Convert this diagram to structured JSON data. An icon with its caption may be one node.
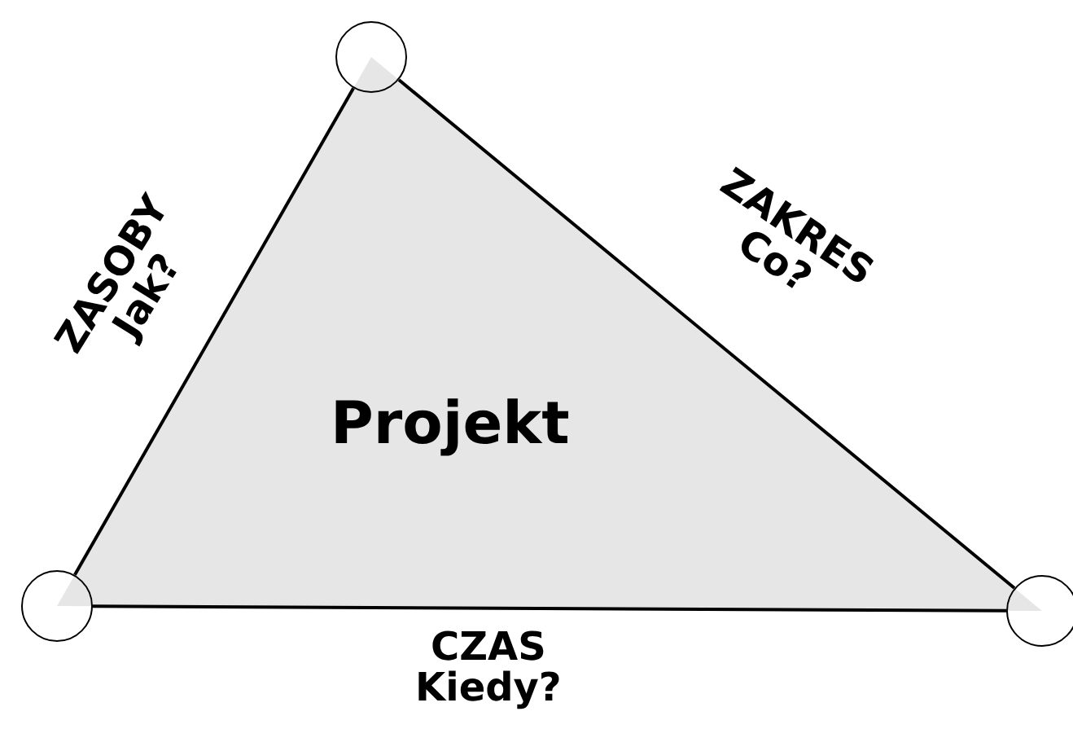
{
  "diagram": {
    "nodes": [
      {
        "text": [
          "Projekt"
        ]
      },
      {
        "text": [],
        "shape": "circle"
      },
      {
        "text": [],
        "shape": "circle"
      },
      {
        "text": [],
        "shape": "circle"
      }
    ],
    "edges": [
      {
        "from": 1,
        "to": 2,
        "arrow": "none",
        "label": "ZASOBY Jak?"
      },
      {
        "from": 1,
        "to": 3,
        "arrow": "none",
        "label": "ZAKRES Co?"
      },
      {
        "from": 2,
        "to": 3,
        "arrow": "none",
        "label": "CZAS Kiedy?"
      }
    ]
  }
}
